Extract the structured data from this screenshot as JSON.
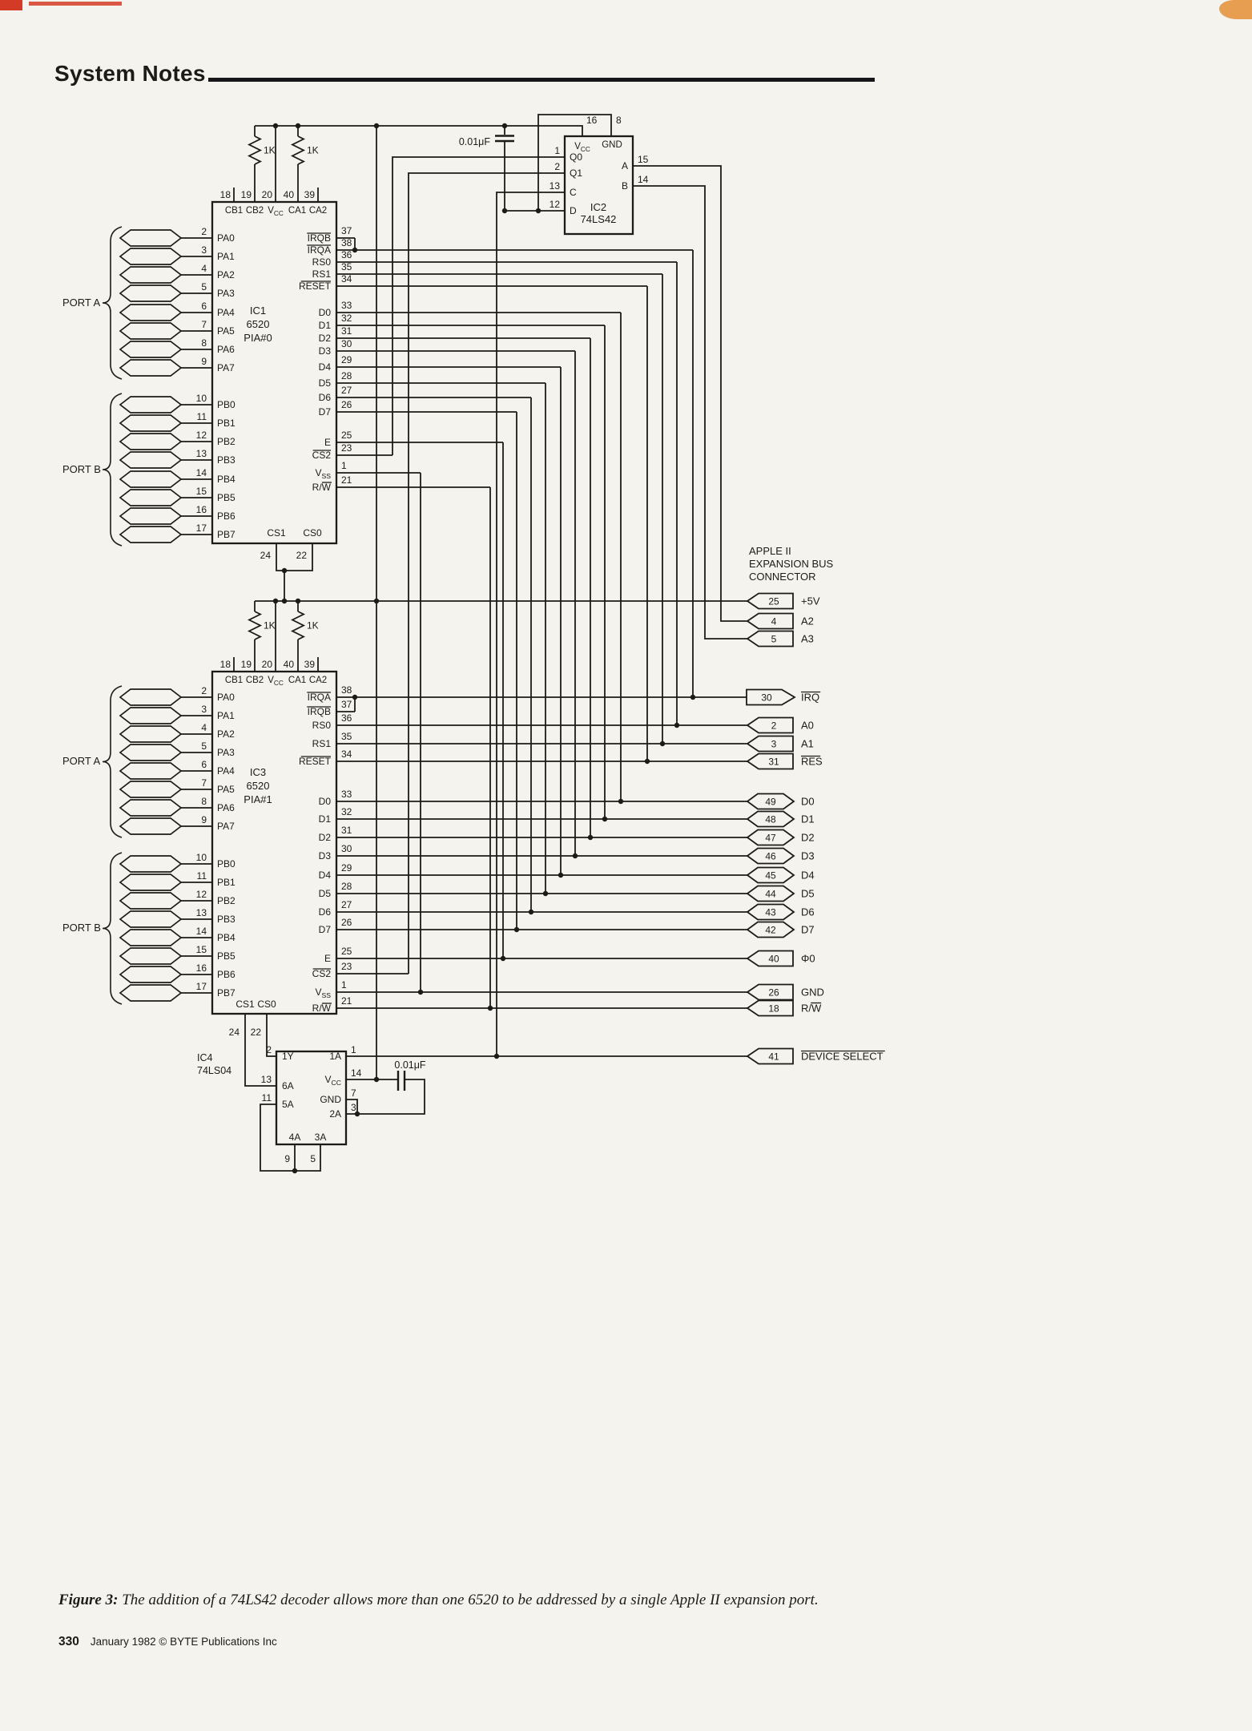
{
  "page": {
    "header_title": "System Notes",
    "caption": {
      "prefix": "Figure 3:",
      "text": "The addition of a 74LS42 decoder allows more than one 6520 to be addressed by a single Apple II expansion port."
    },
    "footer": {
      "page_number": "330",
      "credit": "January 1982 © BYTE Publications Inc"
    }
  },
  "labels": {
    "port_a": "PORT A",
    "port_b": "PORT B",
    "resistor": "1K",
    "capacitor": "0.01μF"
  },
  "ic1": {
    "name": "IC1",
    "part": "6520",
    "subtitle": "PIA#0",
    "top_pins": [
      [
        "18",
        "CB1"
      ],
      [
        "19",
        "CB2"
      ],
      [
        "20",
        "VCC"
      ],
      [
        "40",
        "CA1"
      ],
      [
        "39",
        "CA2"
      ]
    ],
    "port_a_pins": [
      [
        "2",
        "PA0"
      ],
      [
        "3",
        "PA1"
      ],
      [
        "4",
        "PA2"
      ],
      [
        "5",
        "PA3"
      ],
      [
        "6",
        "PA4"
      ],
      [
        "7",
        "PA5"
      ],
      [
        "8",
        "PA6"
      ],
      [
        "9",
        "PA7"
      ]
    ],
    "port_b_pins": [
      [
        "10",
        "PB0"
      ],
      [
        "11",
        "PB1"
      ],
      [
        "12",
        "PB2"
      ],
      [
        "13",
        "PB3"
      ],
      [
        "14",
        "PB4"
      ],
      [
        "15",
        "PB5"
      ],
      [
        "16",
        "PB6"
      ],
      [
        "17",
        "PB7"
      ]
    ],
    "right_pins": [
      [
        "37",
        "IRQB",
        "ov"
      ],
      [
        "38",
        "IRQA",
        "ov"
      ],
      [
        "36",
        "RS0",
        ""
      ],
      [
        "35",
        "RS1",
        ""
      ],
      [
        "34",
        "RESET",
        "ov"
      ],
      [
        "33",
        "D0",
        ""
      ],
      [
        "32",
        "D1",
        ""
      ],
      [
        "31",
        "D2",
        ""
      ],
      [
        "30",
        "D3",
        ""
      ],
      [
        "29",
        "D4",
        ""
      ],
      [
        "28",
        "D5",
        ""
      ],
      [
        "27",
        "D6",
        ""
      ],
      [
        "26",
        "D7",
        ""
      ],
      [
        "25",
        "E",
        ""
      ],
      [
        "23",
        "CS2",
        "ov"
      ],
      [
        "1",
        "VSS",
        ""
      ],
      [
        "21",
        "R/W",
        "ovW"
      ]
    ],
    "bottom_pins": [
      [
        "24",
        "CS1"
      ],
      [
        "22",
        "CS0"
      ]
    ]
  },
  "ic2": {
    "name": "IC2",
    "part": "74LS42",
    "top_pins": [
      [
        "16",
        "VCC"
      ],
      [
        "8",
        "GND"
      ]
    ],
    "left_pins": [
      [
        "1",
        "Q0"
      ],
      [
        "2",
        "Q1"
      ],
      [
        "13",
        "C"
      ],
      [
        "12",
        "D"
      ]
    ],
    "right_pins": [
      [
        "15",
        "A"
      ],
      [
        "14",
        "B"
      ]
    ]
  },
  "ic3": {
    "name": "IC3",
    "part": "6520",
    "subtitle": "PIA#1",
    "top_pins": [
      [
        "18",
        "CB1"
      ],
      [
        "19",
        "CB2"
      ],
      [
        "20",
        "VCC"
      ],
      [
        "40",
        "CA1"
      ],
      [
        "39",
        "CA2"
      ]
    ],
    "port_a_pins": [
      [
        "2",
        "PA0"
      ],
      [
        "3",
        "PA1"
      ],
      [
        "4",
        "PA2"
      ],
      [
        "5",
        "PA3"
      ],
      [
        "6",
        "PA4"
      ],
      [
        "7",
        "PA5"
      ],
      [
        "8",
        "PA6"
      ],
      [
        "9",
        "PA7"
      ]
    ],
    "port_b_pins": [
      [
        "10",
        "PB0"
      ],
      [
        "11",
        "PB1"
      ],
      [
        "12",
        "PB2"
      ],
      [
        "13",
        "PB3"
      ],
      [
        "14",
        "PB4"
      ],
      [
        "15",
        "PB5"
      ],
      [
        "16",
        "PB6"
      ],
      [
        "17",
        "PB7"
      ]
    ],
    "right_pins": [
      [
        "38",
        "IRQA",
        "ov"
      ],
      [
        "37",
        "IRQB",
        "ov"
      ],
      [
        "36",
        "RS0",
        ""
      ],
      [
        "35",
        "RS1",
        ""
      ],
      [
        "34",
        "RESET",
        "ov"
      ],
      [
        "33",
        "D0",
        ""
      ],
      [
        "32",
        "D1",
        ""
      ],
      [
        "31",
        "D2",
        ""
      ],
      [
        "30",
        "D3",
        ""
      ],
      [
        "29",
        "D4",
        ""
      ],
      [
        "28",
        "D5",
        ""
      ],
      [
        "27",
        "D6",
        ""
      ],
      [
        "26",
        "D7",
        ""
      ],
      [
        "25",
        "E",
        ""
      ],
      [
        "23",
        "CS2",
        "ov"
      ],
      [
        "1",
        "VSS",
        ""
      ],
      [
        "21",
        "R/W",
        "ovW"
      ]
    ],
    "bottom_pins": [
      [
        "24",
        "CS1"
      ],
      [
        "22",
        "CS0"
      ]
    ]
  },
  "ic4": {
    "name": "IC4",
    "part": "74LS04",
    "left_pins": [
      [
        "2",
        "1Y"
      ],
      [
        "13",
        "6A"
      ],
      [
        "11",
        "5A"
      ]
    ],
    "right_pins": [
      [
        "1",
        "1A"
      ],
      [
        "14",
        "VCC"
      ],
      [
        "7",
        "GND"
      ],
      [
        "3",
        "2A"
      ]
    ],
    "bottom_pins": [
      [
        "9",
        "4A"
      ],
      [
        "5",
        "3A"
      ]
    ]
  },
  "bus": {
    "heading": [
      "APPLE II",
      "EXPANSION BUS",
      "CONNECTOR"
    ],
    "pins": [
      [
        "25",
        "+5V",
        "left",
        ""
      ],
      [
        "4",
        "A2",
        "left",
        ""
      ],
      [
        "5",
        "A3",
        "left",
        ""
      ],
      [
        "30",
        "IRQ",
        "right",
        "ov"
      ],
      [
        "2",
        "A0",
        "left",
        ""
      ],
      [
        "3",
        "A1",
        "left",
        ""
      ],
      [
        "31",
        "RES",
        "left",
        "ov"
      ],
      [
        "49",
        "D0",
        "both",
        ""
      ],
      [
        "48",
        "D1",
        "both",
        ""
      ],
      [
        "47",
        "D2",
        "both",
        ""
      ],
      [
        "46",
        "D3",
        "both",
        ""
      ],
      [
        "45",
        "D4",
        "both",
        ""
      ],
      [
        "44",
        "D5",
        "both",
        ""
      ],
      [
        "43",
        "D6",
        "both",
        ""
      ],
      [
        "42",
        "D7",
        "both",
        ""
      ],
      [
        "40",
        "Φ0",
        "left",
        ""
      ],
      [
        "26",
        "GND",
        "left",
        ""
      ],
      [
        "18",
        "R/W",
        "left",
        "ovW"
      ],
      [
        "41",
        "DEVICE SELECT",
        "left",
        "ov"
      ]
    ]
  }
}
